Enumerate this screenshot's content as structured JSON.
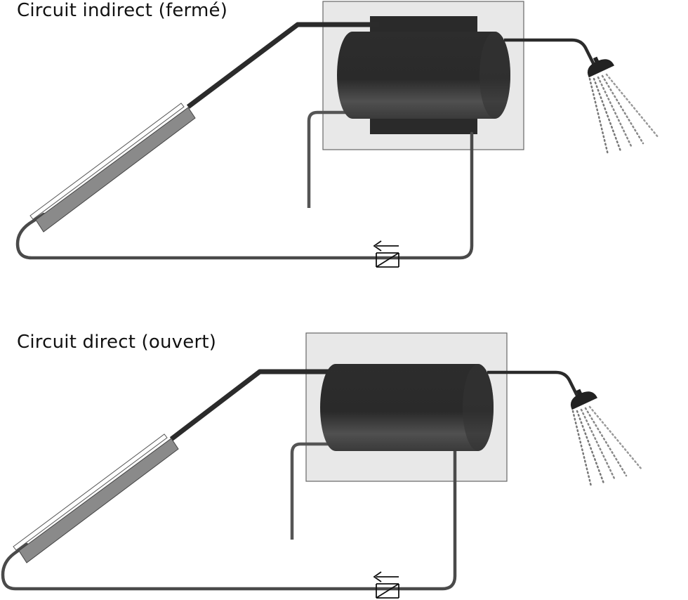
{
  "diagrams": [
    {
      "title": "Circuit indirect (fermé)",
      "type": "indirect"
    },
    {
      "title": "Circuit direct (ouvert)",
      "type": "direct"
    }
  ],
  "colors": {
    "tank_dark": "#2a2a2a",
    "tank_light": "#4a4a4a",
    "box_fill": "#e8e8e8",
    "box_stroke": "#666666",
    "pipe_hot": "#2b2b2b",
    "pipe_cold": "#4a4a4a",
    "collector_fill": "#8a8a8a"
  },
  "icons": [
    "solar-collector-icon",
    "storage-tank-icon",
    "shower-head-icon",
    "check-valve-icon"
  ]
}
